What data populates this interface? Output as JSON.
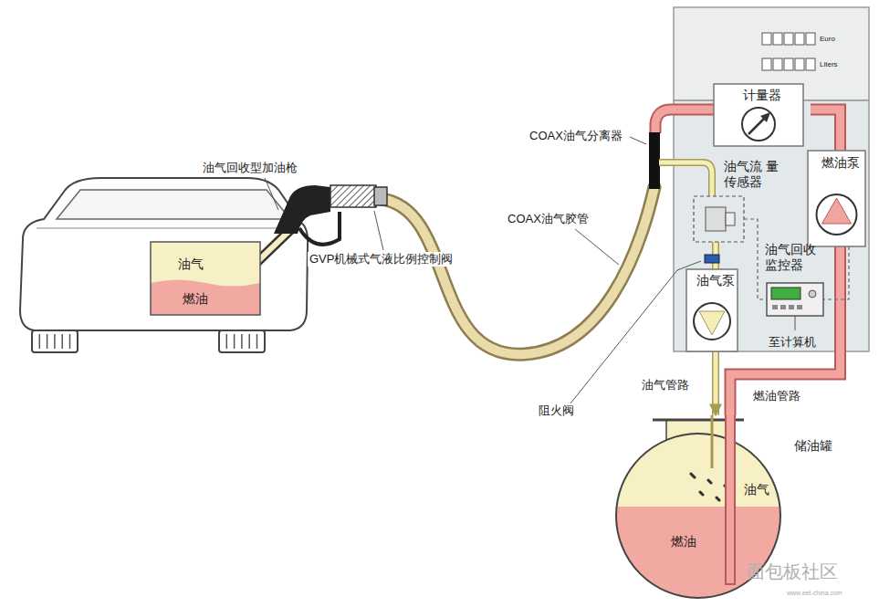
{
  "diagram": {
    "nodes": [
      {
        "text": [
          "油气",
          "燃油"
        ]
      },
      {
        "text": [
          "计量器"
        ]
      },
      {
        "text": [
          "燃油泵"
        ]
      },
      {
        "text": [
          "油气流 量传感器"
        ]
      },
      {
        "text": [
          "油气回收 监控器"
        ]
      },
      {
        "text": [
          "油气泵"
        ]
      },
      {
        "text": [
          "储油罐",
          "油气",
          "燃油"
        ]
      }
    ],
    "edges": [
      {
        "from": 6,
        "to": 2,
        "arrow": "none"
      },
      {
        "from": 2,
        "to": 1,
        "arrow": "none"
      },
      {
        "from": 3,
        "to": 5,
        "arrow": "none"
      },
      {
        "from": 5,
        "to": 6,
        "arrow": "to"
      },
      {
        "from": 3,
        "to": 4,
        "arrow": "none"
      },
      {
        "from": 2,
        "to": 4,
        "arrow": "none"
      }
    ],
    "labels": [
      "油气回收型加油枪",
      "GVP机械式气液比例控制阀",
      "COAX油气胶管",
      "COAX油气分离器",
      "至计算机",
      "阻火阀",
      "油气管路",
      "燃油管路",
      "Euro",
      "Liters",
      "面包板社区",
      "www.eet-china.com"
    ]
  }
}
